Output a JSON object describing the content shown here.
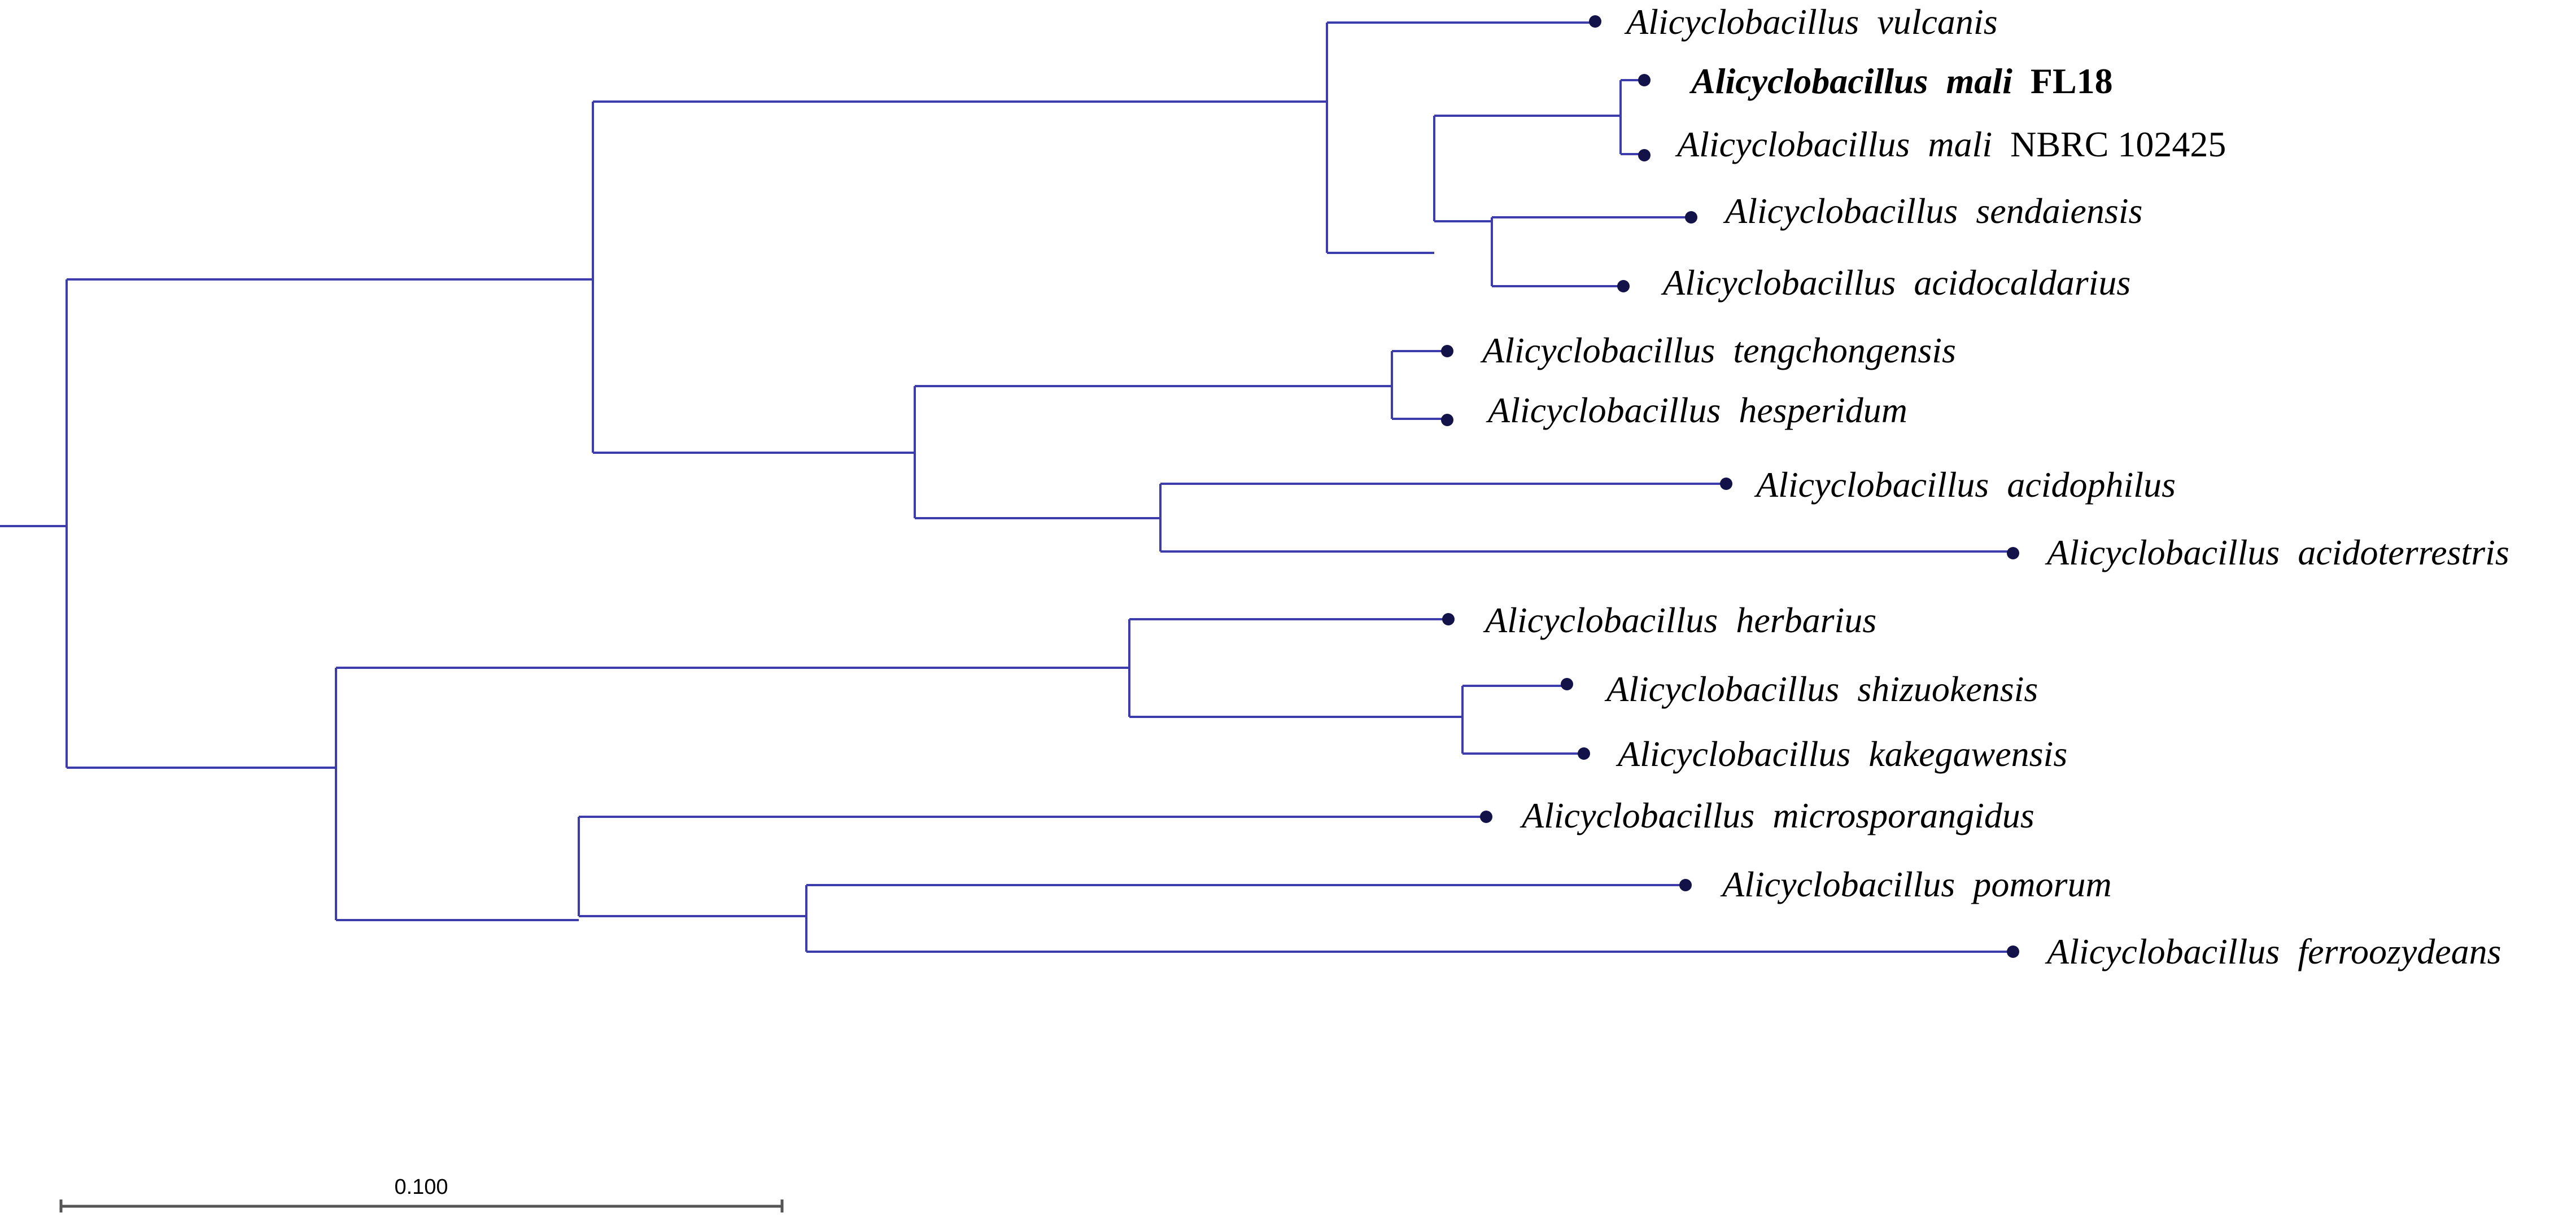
{
  "taxa": [
    {
      "id": "vulcanis",
      "parts": [
        {
          "t": "Alicyclobacillus",
          "i": true
        },
        {
          "t": "vulcanis",
          "i": true
        }
      ]
    },
    {
      "id": "mali-fl18",
      "parts": [
        {
          "t": "Alicyclobacillus",
          "i": true,
          "b": true
        },
        {
          "t": "mali",
          "i": true,
          "b": true
        },
        {
          "t": "FL18",
          "b": true
        }
      ]
    },
    {
      "id": "mali-nbrc",
      "parts": [
        {
          "t": "Alicyclobacillus",
          "i": true
        },
        {
          "t": "mali",
          "i": true
        },
        {
          "t": "NBRC 102425"
        }
      ]
    },
    {
      "id": "sendaiensis",
      "parts": [
        {
          "t": "Alicyclobacillus",
          "i": true
        },
        {
          "t": "sendaiensis",
          "i": true
        }
      ]
    },
    {
      "id": "acidocaldarius",
      "parts": [
        {
          "t": "Alicyclobacillus",
          "i": true
        },
        {
          "t": "acidocaldarius",
          "i": true
        }
      ]
    },
    {
      "id": "tengchongensis",
      "parts": [
        {
          "t": "Alicyclobacillus",
          "i": true
        },
        {
          "t": "tengchongensis",
          "i": true
        }
      ]
    },
    {
      "id": "hesperidum",
      "parts": [
        {
          "t": "Alicyclobacillus",
          "i": true
        },
        {
          "t": "hesperidum",
          "i": true
        }
      ]
    },
    {
      "id": "acidophilus",
      "parts": [
        {
          "t": "Alicyclobacillus",
          "i": true
        },
        {
          "t": "acidophilus",
          "i": true
        }
      ]
    },
    {
      "id": "acidoterrestris",
      "parts": [
        {
          "t": "Alicyclobacillus",
          "i": true
        },
        {
          "t": "acidoterrestris",
          "i": true
        }
      ]
    },
    {
      "id": "herbarius",
      "parts": [
        {
          "t": "Alicyclobacillus",
          "i": true
        },
        {
          "t": "herbarius",
          "i": true
        }
      ]
    },
    {
      "id": "shizuokensis",
      "parts": [
        {
          "t": "Alicyclobacillus",
          "i": true
        },
        {
          "t": "shizuokensis",
          "i": true
        }
      ]
    },
    {
      "id": "kakegawensis",
      "parts": [
        {
          "t": "Alicyclobacillus",
          "i": true
        },
        {
          "t": "kakegawensis",
          "i": true
        }
      ]
    },
    {
      "id": "microsporangidus",
      "parts": [
        {
          "t": "Alicyclobacillus",
          "i": true
        },
        {
          "t": "microsporangidus",
          "i": true
        }
      ]
    },
    {
      "id": "pomorum",
      "parts": [
        {
          "t": "Alicyclobacillus",
          "i": true
        },
        {
          "t": "pomorum",
          "i": true
        }
      ]
    },
    {
      "id": "ferroozydeans",
      "parts": [
        {
          "t": "Alicyclobacillus",
          "i": true
        },
        {
          "t": "ferroozydeans",
          "i": true
        }
      ]
    }
  ],
  "scale_bar": {
    "label": "0.100"
  },
  "colors": {
    "branch": "#3c3cab",
    "tip": "#13134a",
    "text": "#000000"
  }
}
